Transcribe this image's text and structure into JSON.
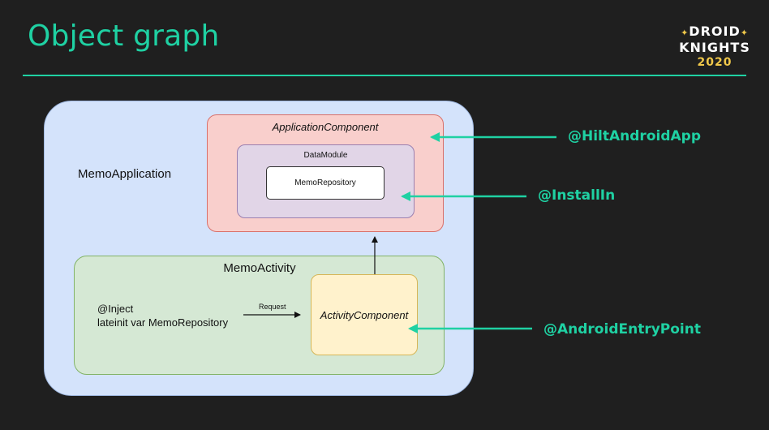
{
  "slide": {
    "title": "Object graph"
  },
  "logo": {
    "line1": "DROID",
    "line2": "KNIGHTS",
    "line3": "2020"
  },
  "diagram": {
    "memo_application": "MemoApplication",
    "application_component": "ApplicationComponent",
    "data_module": "DataModule",
    "memo_repository": "MemoRepository",
    "memo_activity": "MemoActivity",
    "inject_line1": "@Inject",
    "inject_line2": "lateinit var MemoRepository",
    "request_label": "Request",
    "activity_component": "ActivityComponent"
  },
  "annotations": {
    "hilt_android_app": "@HiltAndroidApp",
    "install_in": "@InstallIn",
    "android_entry_point": "@AndroidEntryPoint"
  },
  "colors": {
    "accent": "#1fd1a3",
    "background": "#1f1f1f",
    "application_box": "#d4e3fb",
    "application_component": "#f9cfcc",
    "data_module": "#e1d5e7",
    "activity_box": "#d5e8d4",
    "activity_component": "#fff2cc"
  }
}
